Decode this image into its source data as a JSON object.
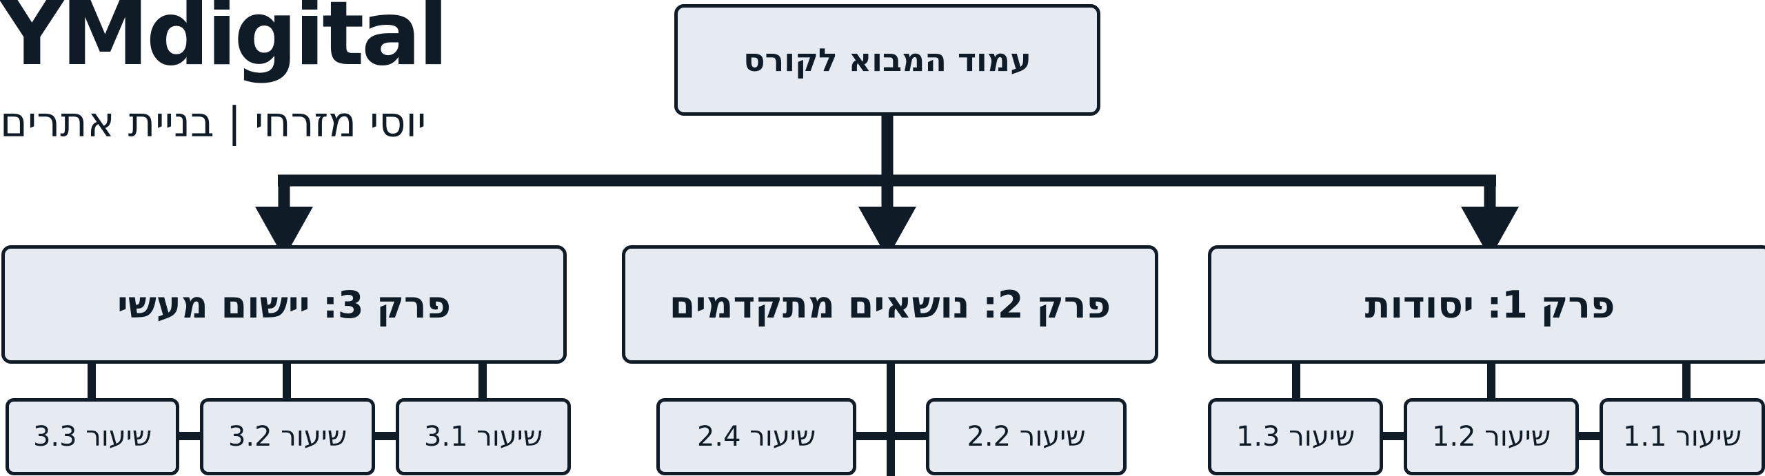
{
  "header": {
    "brand": "YMdigital",
    "byline": "יוסי מזרחי | בניית אתרים"
  },
  "root": {
    "label": "עמוד המבוא לקורס"
  },
  "chapters": [
    {
      "label": "פרק 1: יסודות",
      "lessons": [
        "שיעור 1.1",
        "שיעור 1.2",
        "שיעור 1.3"
      ]
    },
    {
      "label": "פרק 2: נושאים מתקדמים",
      "lessons": [
        "שיעור 2.2",
        "שיעור 2.4"
      ]
    },
    {
      "label": "פרק 3: יישום מעשי",
      "lessons": [
        "שיעור 3.1",
        "שיעור 3.2",
        "שיעור 3.3"
      ]
    }
  ],
  "colors": {
    "box_fill": "#e5ebf0",
    "line": "#0f1b27",
    "text": "#0f1b27"
  }
}
